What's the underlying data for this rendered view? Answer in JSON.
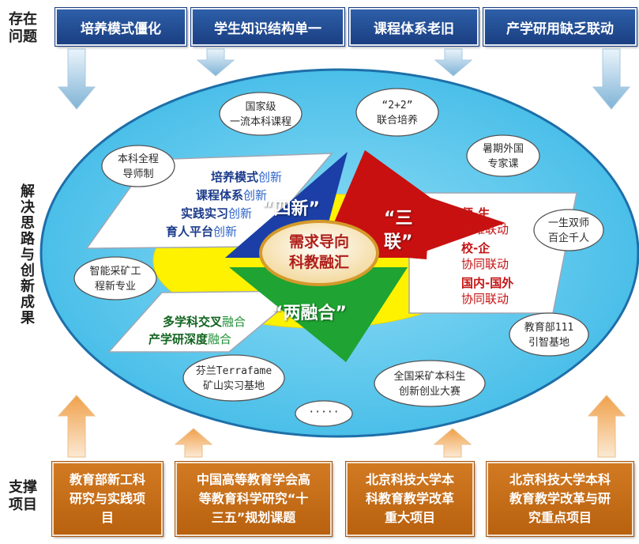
{
  "side_labels": {
    "problems": "存在\n问题",
    "solutions": "解决思路与创新成果",
    "support": "支撑\n项目"
  },
  "problems": [
    "培养模式僵化",
    "学生知识结构单一",
    "课程体系老旧",
    "产学研用缺乏联动"
  ],
  "supports": [
    "教育部新工科\n研究与实践项\n目",
    "中国高等教育学会高\n等教育科学研究“十\n三五”规划课题",
    "北京科技大学本\n科教育教学改革\n重大项目",
    "北京科技大学本科\n教育教学改革与研\n究重点项目"
  ],
  "clouds": {
    "guojiaji": "国家级\n一流本科课程",
    "two_plus_two": "“2+2”\n联合培养",
    "benke_quancheng": "本科全程\n导师制",
    "shuqi_waiguo": "暑期外国\n专家课",
    "yisheng_shuangshi": "一生双师\n百企千人",
    "zhineng_caikuang": "智能采矿工\n程新专业",
    "jiaoyubu_111": "教育部111\n引智基地",
    "fenlan": "芬兰Terrafame\n矿山实习基地",
    "quanguo_caikuang": "全国采矿本科生\n创新创业大赛",
    "dots": "·····"
  },
  "four_new": {
    "title": "“四新”",
    "items": [
      {
        "bold": "培养模式",
        "light": "创新"
      },
      {
        "bold": "课程体系",
        "light": "创新"
      },
      {
        "bold": "实践实习",
        "light": "创新"
      },
      {
        "bold": "育人平台",
        "light": "创新"
      }
    ]
  },
  "three_links": {
    "title": "“三\n联”",
    "items": [
      {
        "bold": "师-生",
        "light": "多维联动"
      },
      {
        "bold": "校-企",
        "light": "协同联动"
      },
      {
        "bold": "国内-国外",
        "light": "协同联动"
      }
    ]
  },
  "two_fusions": {
    "title": "“两融合”",
    "items": [
      {
        "bold": "多学科交叉",
        "light": "融合"
      },
      {
        "bold": "产学研深度",
        "light": "融合"
      }
    ]
  },
  "center": "需求导向\n科教融汇",
  "colors": {
    "problem_box": "#1b3f82",
    "support_box": "#c46b18",
    "ellipse": "#4fc6ec",
    "sun": "#fff200",
    "quad_blue": "#1b3fa6",
    "quad_red": "#c81010",
    "quad_green": "#1fa332"
  }
}
